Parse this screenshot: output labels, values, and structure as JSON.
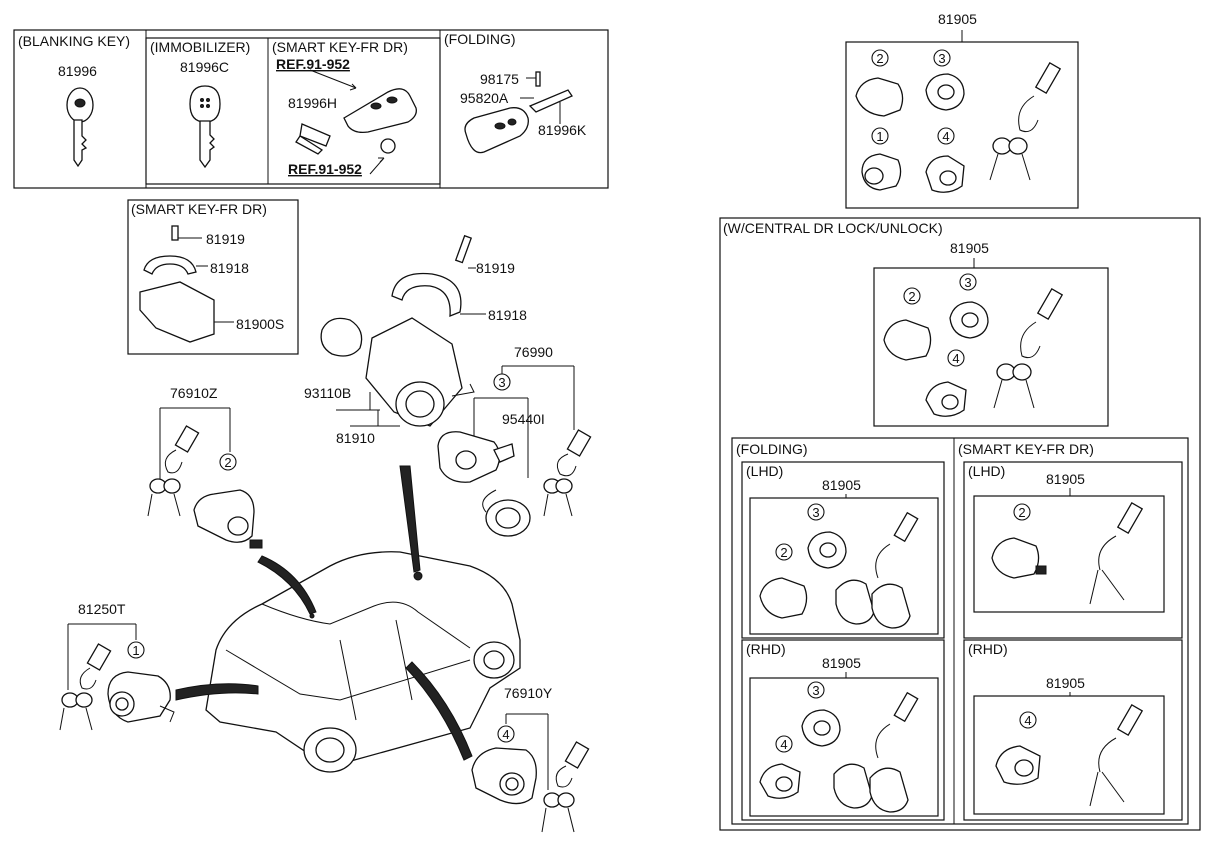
{
  "top_row": {
    "blanking_key": {
      "header": "(BLANKING KEY)",
      "part": "81996"
    },
    "immobilizer": {
      "header": "(IMMOBILIZER)",
      "part": "81996C"
    },
    "smart_key_fr_dr": {
      "header": "(SMART KEY-FR DR)",
      "ref_top": "REF.91-952",
      "part": "81996H",
      "ref_bottom": "REF.91-952"
    },
    "folding": {
      "header": "(FOLDING)",
      "part_a": "98175",
      "part_b": "95820A",
      "part_c": "81996K"
    }
  },
  "smart_key_cover_box": {
    "header": "(SMART KEY-FR DR)",
    "part_a": "81919",
    "part_b": "81918",
    "part_c": "81900S"
  },
  "main_assembly": {
    "part_81919": "81919",
    "part_81918": "81918",
    "part_93110B": "93110B",
    "part_81910": "81910",
    "part_76990": "76990",
    "part_95440I": "95440I",
    "part_76910Z": "76910Z",
    "part_81250T": "81250T",
    "part_76910Y": "76910Y"
  },
  "right_kits": {
    "top_kit": {
      "part": "81905"
    },
    "central_lock": {
      "header": "(W/CENTRAL DR LOCK/UNLOCK)",
      "part": "81905"
    },
    "folding": {
      "header": "(FOLDING)",
      "lhd": {
        "header": "(LHD)",
        "part": "81905"
      },
      "rhd": {
        "header": "(RHD)",
        "part": "81905"
      }
    },
    "smart_key": {
      "header": "(SMART KEY-FR DR)",
      "lhd": {
        "header": "(LHD)",
        "part": "81905"
      },
      "rhd": {
        "header": "(RHD)",
        "part": "81905"
      }
    }
  },
  "circle_numbers": {
    "one": "1",
    "two": "2",
    "three": "3",
    "four": "4"
  }
}
